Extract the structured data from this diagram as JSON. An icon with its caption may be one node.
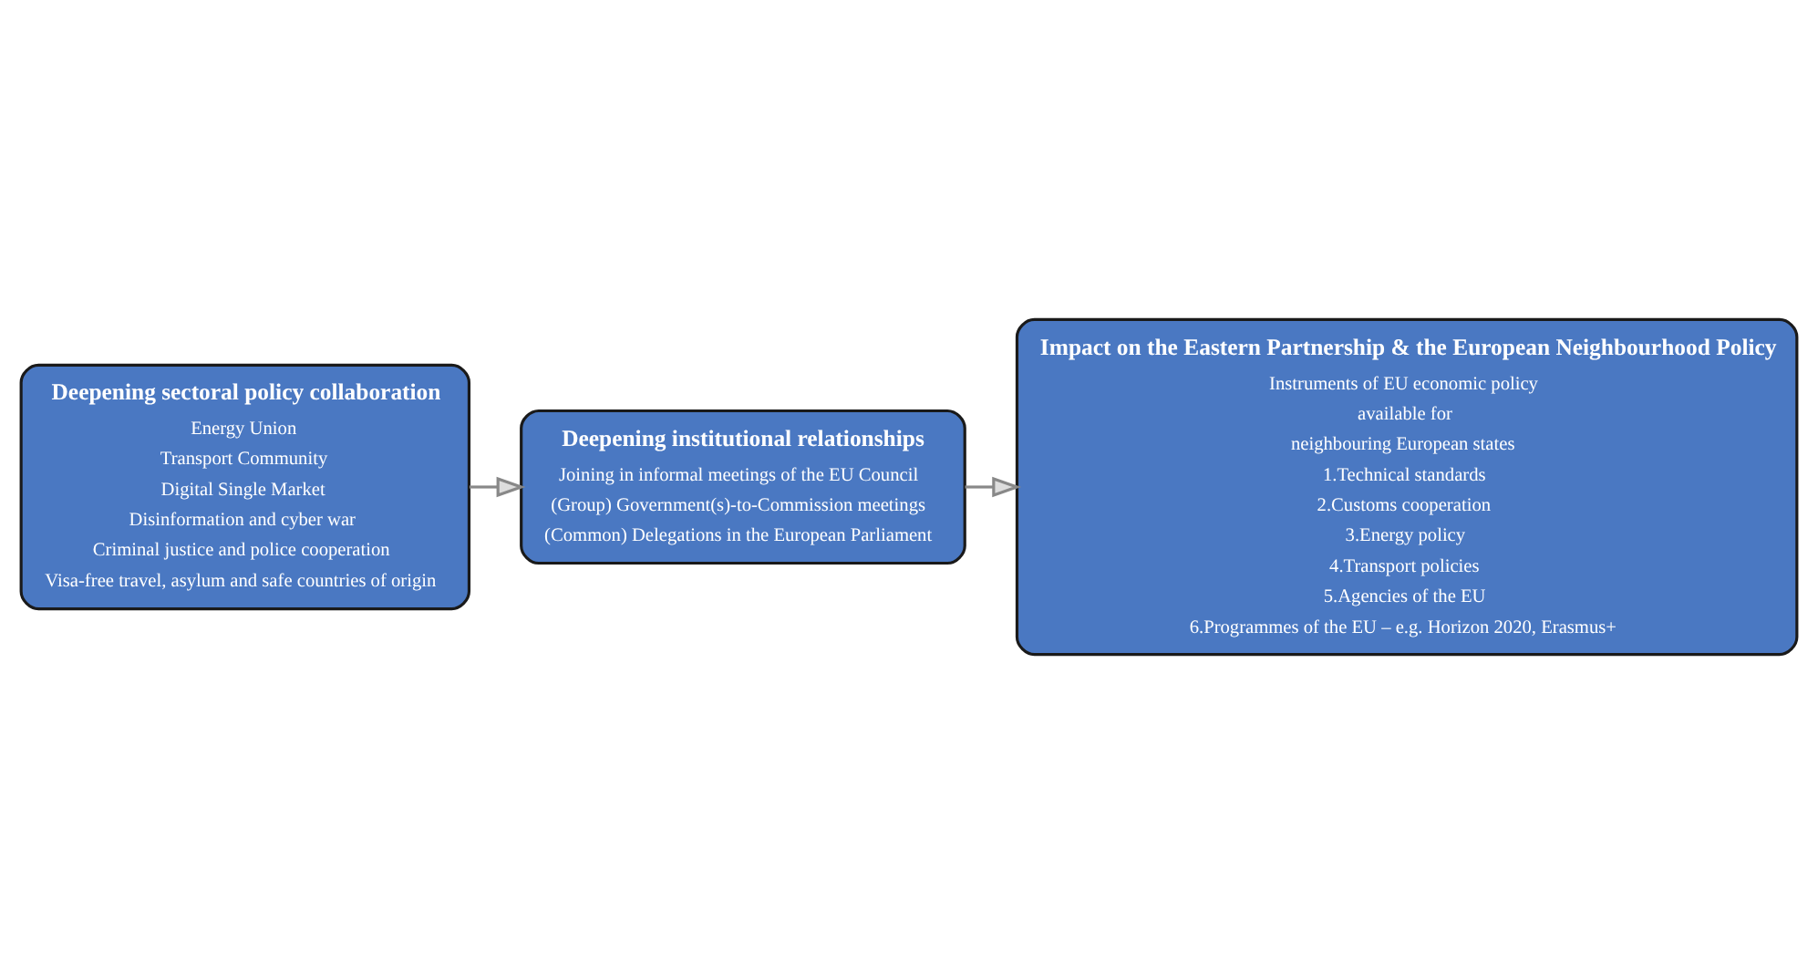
{
  "diagram": {
    "nodes": [
      {
        "text": [
          "Deepening sectoral policy collaboration",
          "Energy Union",
          "Transport Community",
          "Digital Single Market",
          "Disinformation and cyber war",
          "Criminal justice and police cooperation",
          "Visa-free travel, asylum and safe countries of origin"
        ]
      },
      {
        "text": [
          "Deepening institutional relationships",
          "Joining in informal meetings of the EU Council",
          "(Group) Government(s)-to-Commission meetings",
          "(Common) Delegations in the European Parliament"
        ]
      },
      {
        "text": [
          "Impact on the Eastern Partnership & the European Neighbourhood Policy",
          "Instruments of EU economic policy",
          "available for",
          "neighbouring European states",
          "1.Technical standards",
          "2.Customs cooperation",
          "3.Energy policy",
          "4.Transport policies",
          "5.Agencies of the EU",
          "6.Programmes of the EU – e.g. Horizon 2020, Erasmus+"
        ]
      }
    ],
    "edges": [
      {
        "from": 0,
        "to": 1,
        "arrow": "to"
      },
      {
        "from": 1,
        "to": 2,
        "arrow": "to"
      }
    ]
  }
}
